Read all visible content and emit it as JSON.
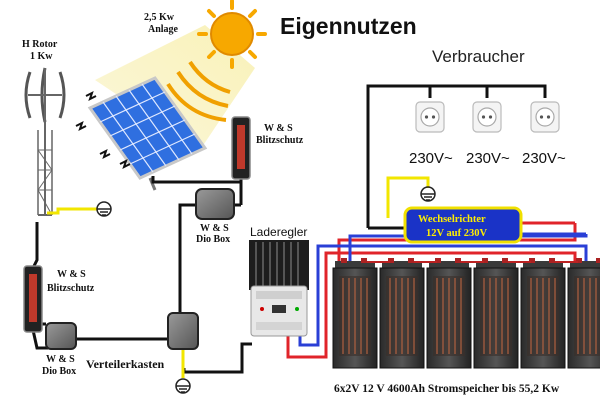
{
  "title": "Eigennutzen",
  "consumers_label": "Verbraucher",
  "outlet_voltages": [
    "230V~",
    "230V~",
    "230V~"
  ],
  "rotor": {
    "line1": "H Rotor",
    "line2": "1 Kw"
  },
  "solar": {
    "line1": "2,5 Kw",
    "line2": "Anlage"
  },
  "lightning_top": {
    "line1": "W & S",
    "line2": "Blitzschutz"
  },
  "lightning_left": {
    "line1": "W & S",
    "line2": "Blitzschutz"
  },
  "diobox_top": {
    "line1": "W & S",
    "line2": "Dio Box"
  },
  "diobox_bottom": {
    "line1": "W & S",
    "line2": "Dio Box"
  },
  "distribution_box": "Verteilerkasten",
  "charge_controller": "Laderegler",
  "inverter": {
    "line1": "Wechselrichter",
    "line2": "12V auf 230V"
  },
  "battery_caption": "6x2V 12 V 4600Ah Stromspeicher  bis 55,2 Kw",
  "colors": {
    "wire_black": "#111111",
    "wire_red": "#e0242a",
    "wire_blue": "#2a3fd6",
    "wire_yellow": "#f2e600",
    "inverter_fill": "#1a33c7",
    "inverter_border": "#f0e000",
    "inverter_text": "#ffee00",
    "sun": "#f7a800",
    "panel": "#2f6fe0"
  },
  "icons": [
    "sun-icon",
    "solar-panel-icon",
    "wind-turbine-icon",
    "ground-icon",
    "outlet-icon",
    "battery-icon",
    "fuse-icon",
    "junction-box-icon",
    "charge-controller-icon",
    "inverter-icon"
  ]
}
